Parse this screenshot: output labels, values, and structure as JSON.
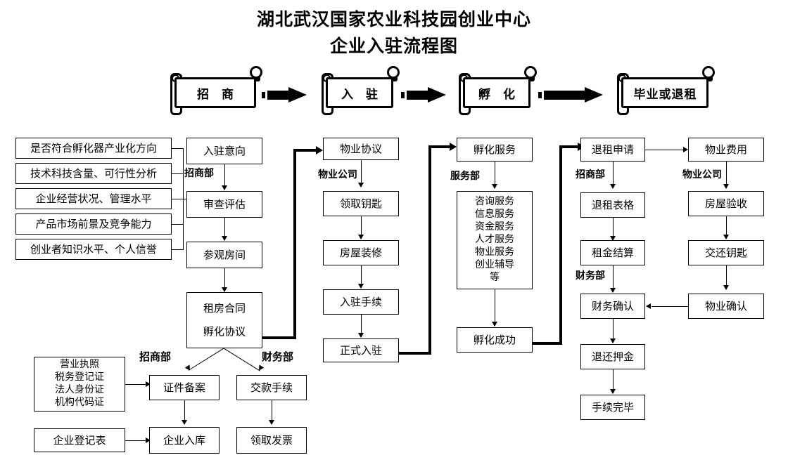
{
  "title": {
    "line1": "湖北武汉国家农业科技园创业中心",
    "line2": "企业入驻流程图"
  },
  "stages": [
    {
      "label": "招  商"
    },
    {
      "label": "入  驻"
    },
    {
      "label": "孵  化"
    },
    {
      "label": "毕业或退租"
    }
  ],
  "criteria": {
    "items": [
      "是否符合孵化器产业化方向",
      "技术科技含量、可行性分析",
      "企业经营状况、管理水平",
      "产品市场前景及竞争能力",
      "创业者知识水平、个人信誉"
    ]
  },
  "column_recruit": {
    "dept": "招商部",
    "intent": "入驻意向",
    "review": "审查评估",
    "visit": "参观房间",
    "contract_line1": "租房合同",
    "contract_line2": "孵化协议"
  },
  "column_moveins": {
    "dept": "物业公司",
    "agreement": "物业协议",
    "keys": "领取钥匙",
    "decoration": "房屋装修",
    "procedures": "入驻手续",
    "official": "正式入驻"
  },
  "column_incubation": {
    "dept": "服务部",
    "service": "孵化服务",
    "service_list": [
      "咨询服务",
      "信息服务",
      "资金服务",
      "人才服务",
      "物业服务",
      "创业辅导",
      "等"
    ],
    "success": "孵化成功"
  },
  "column_exit": {
    "dept1": "招商部",
    "dept2": "财务部",
    "application": "退租申请",
    "form": "退租表格",
    "rent_settle": "租金结算",
    "finance_confirm": "财务确认",
    "deposit_return": "退还押金",
    "complete": "手续完毕"
  },
  "column_property": {
    "dept": "物业公司",
    "fee": "物业费用",
    "inspection": "房屋验收",
    "return_keys": "交还钥匙",
    "confirm": "物业确认"
  },
  "bottom": {
    "dept_recruit": "招商部",
    "dept_finance": "财务部",
    "documents": [
      "营业执照",
      "税务登记证",
      "法人身份证",
      "机构代码证"
    ],
    "registration_form": "企业登记表",
    "filing": "证件备案",
    "enterprise_db": "企业入库",
    "payment": "交款手续",
    "invoice": "领取发票"
  },
  "colors": {
    "line": "#000000",
    "background": "#ffffff"
  }
}
